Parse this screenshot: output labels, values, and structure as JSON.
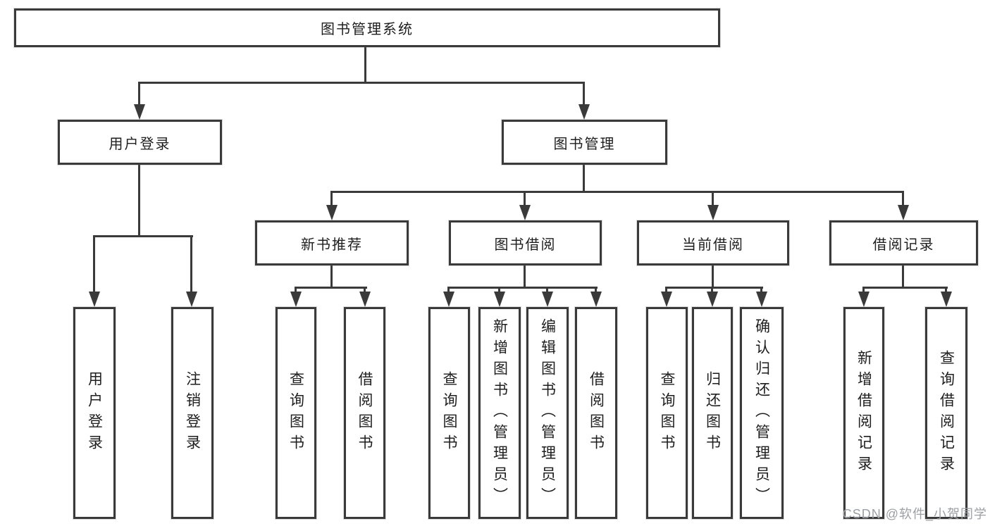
{
  "tree": {
    "root": {
      "label": "图书管理系统"
    },
    "branches": [
      {
        "label": "用户登录",
        "children": [
          {
            "label": "用户登录"
          },
          {
            "label": "注销登录"
          }
        ]
      },
      {
        "label": "图书管理",
        "children": [
          {
            "label": "新书推荐",
            "children": [
              {
                "label": "查询图书"
              },
              {
                "label": "借阅图书"
              }
            ]
          },
          {
            "label": "图书借阅",
            "children": [
              {
                "label": "查询图书"
              },
              {
                "label": "新增图书（管理员）"
              },
              {
                "label": "编辑图书（管理员）"
              },
              {
                "label": "借阅图书"
              }
            ]
          },
          {
            "label": "当前借阅",
            "children": [
              {
                "label": "查询图书"
              },
              {
                "label": "归还图书"
              },
              {
                "label": "确认归还（管理员）"
              }
            ]
          },
          {
            "label": "借阅记录",
            "children": [
              {
                "label": "新增借阅记录"
              },
              {
                "label": "查询借阅记录"
              }
            ]
          }
        ]
      }
    ]
  },
  "watermark": {
    "text": "CSDN @软件_小贺同学"
  },
  "colors": {
    "line": "#3a3a3a",
    "box_border": "#3a3a3a",
    "text": "#1e1e1e",
    "background": "#ffffff",
    "watermark": "#9ca0a5"
  }
}
